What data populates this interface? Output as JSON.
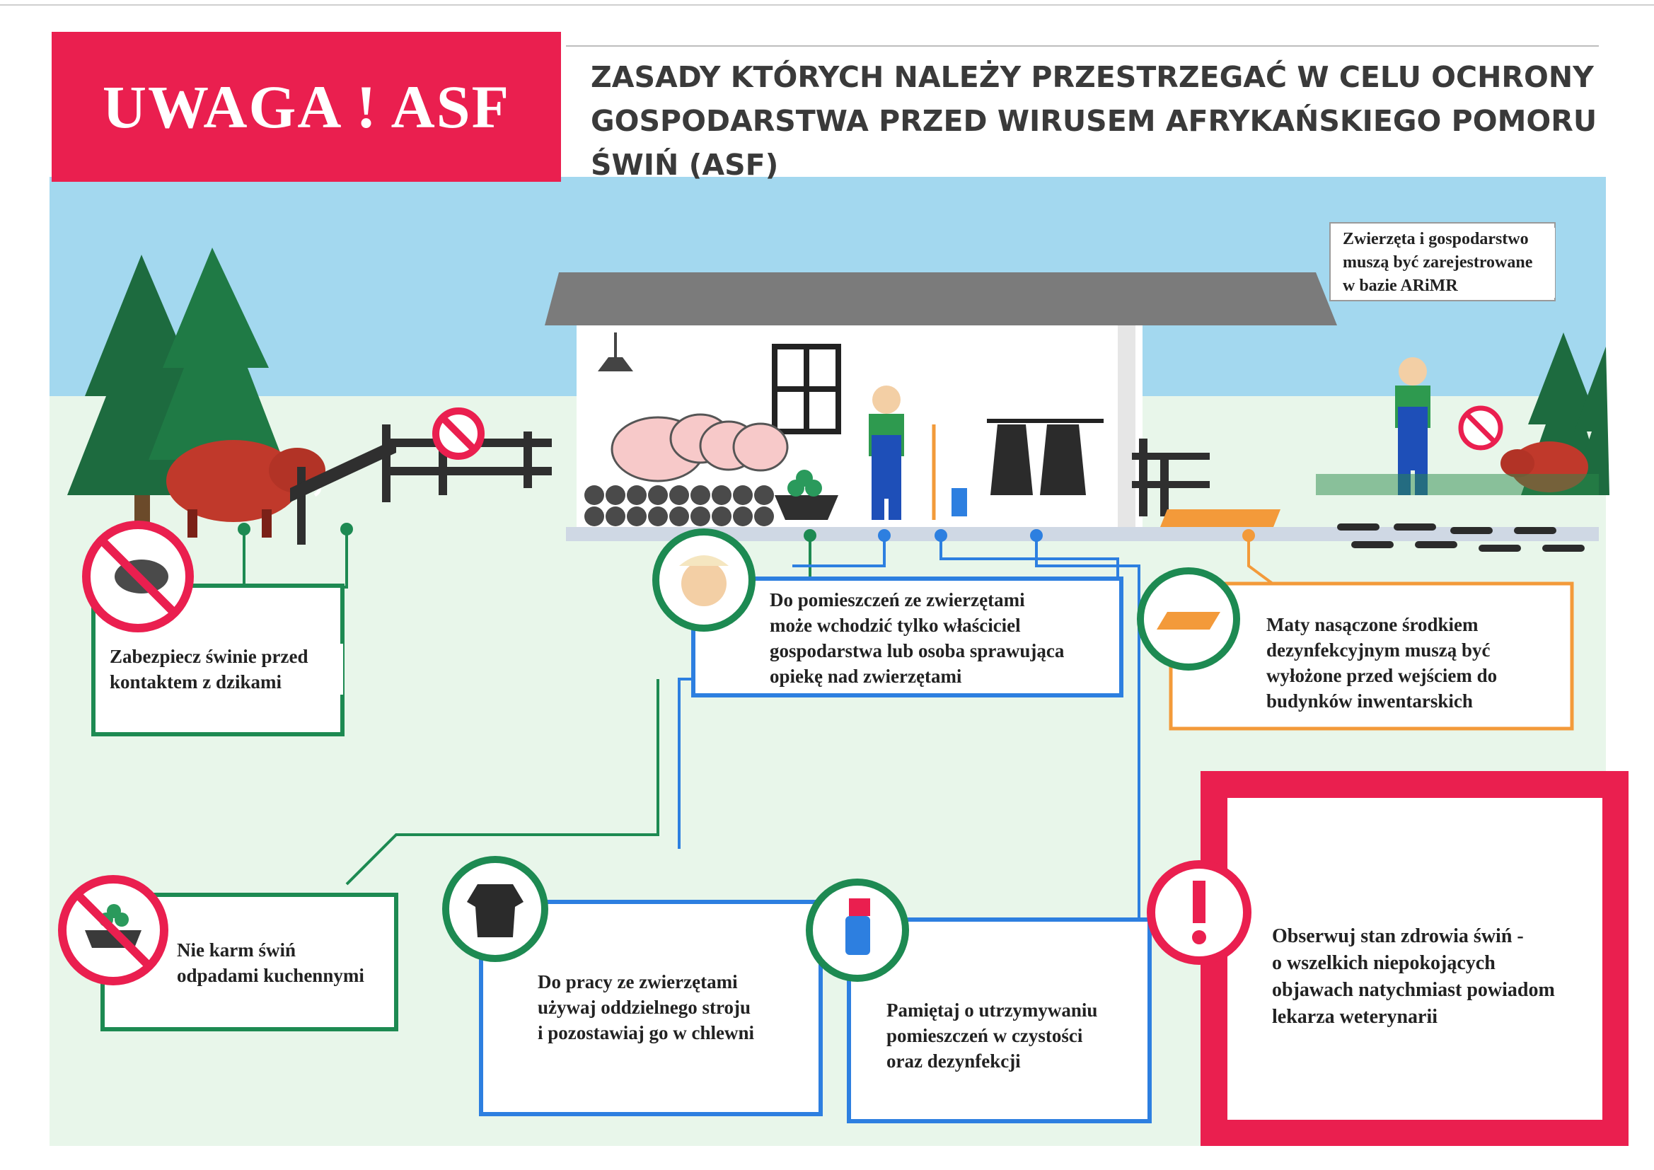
{
  "header": {
    "warning_title": "UWAGA ! ASF",
    "headline": "ZASADY KTÓRYCH NALEŻY PRZESTRZEGAĆ W CELU OCHRONY\nGOSPODARSTWA PRZED WIRUSEM AFRYKAŃSKIEGO POMORU\nŚWIŃ (ASF)"
  },
  "info_boxes": {
    "registration": "Zwierzęta i gospodarstwo\nmuszą być zarejestrowane\nw bazie ARiMR",
    "wild_boar": "Zabezpiecz świnie przed\nkontaktem z dzikami",
    "access": "Do pomieszczeń ze zwierzętami\nmoże wchodzić tylko właściciel\ngospodarstwa lub osoba sprawująca\nopiekę nad zwierzętami",
    "mats": "Maty nasączone środkiem\ndezynfekcyjnym muszą być\nwyłożone przed wejściem do\nbudynków inwentarskich",
    "kitchen_waste": "Nie karm świń\nodpadami kuchennymi",
    "clothing": "Do pracy ze zwierzętami\nużywaj oddzielnego stroju\ni pozostawiaj go w chlewni",
    "cleanliness": "Pamiętaj o utrzymywaniu\npomieszczeń w czystości\noraz dezynfekcji",
    "health": "Obserwuj stan zdrowia świń -\no wszelkich niepokojących\nobjawach natychmiast powiadom\nlekarza weterynarii"
  },
  "icons": {
    "no_entry_sign": "no-entry-icon",
    "no_pig": "no-wild-boar-icon",
    "farmer_face": "farmer-face-icon",
    "mat": "disinfection-mat-icon",
    "no_waste": "no-kitchen-waste-icon",
    "shirt": "work-clothing-icon",
    "spray": "disinfectant-spray-icon",
    "exclamation": "exclamation-icon"
  },
  "colors": {
    "title_red": "#ea1f4f",
    "sky": "#9fd6ee",
    "grass": "#e6f5e8",
    "green": "#1d8a52",
    "blue": "#2d7fe0",
    "orange": "#f39a3a",
    "red": "#ea1f4f"
  }
}
